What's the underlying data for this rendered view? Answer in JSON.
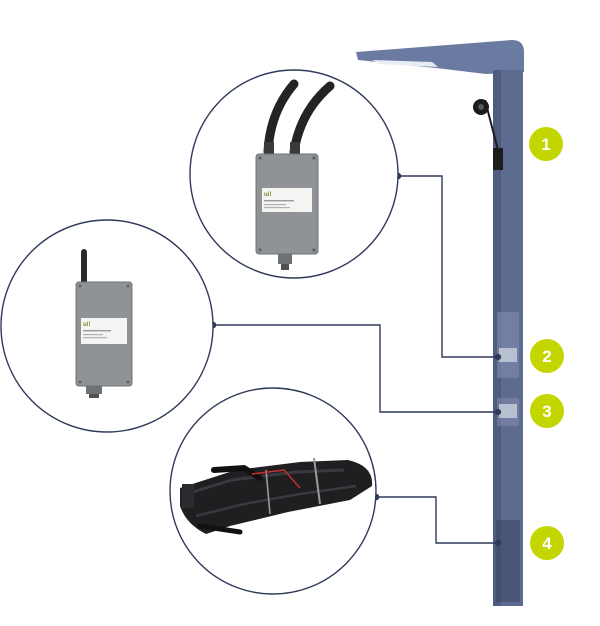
{
  "colors": {
    "pole": "#5c6a8e",
    "pole_shadow": "#4a5679",
    "badge": "#c3d600",
    "connector_line": "#2f3a5a",
    "device_body": "#8e9295",
    "antenna": "#2a2a2a",
    "cable_bag": "#1f1f22"
  },
  "badges": [
    {
      "number": "1"
    },
    {
      "number": "2"
    },
    {
      "number": "3"
    },
    {
      "number": "4"
    }
  ],
  "devices": {
    "gateway_large": {
      "brand": "ui!",
      "icon": "gateway-device-icon"
    },
    "gateway_small": {
      "brand": "ui!",
      "icon": "gateway-device-icon"
    },
    "cable_harness": {
      "icon": "cable-harness-icon"
    },
    "camera": {
      "icon": "camera-icon"
    }
  }
}
